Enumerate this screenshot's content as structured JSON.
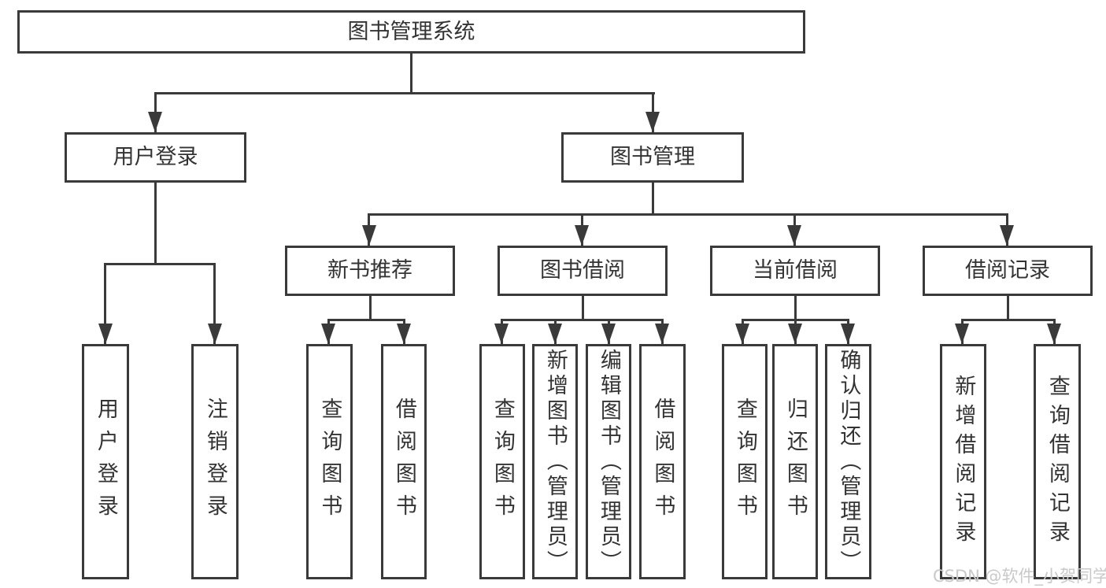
{
  "colors": {
    "line": "#3a3a3a",
    "text": "#333333",
    "watermark": "#c9c9c9",
    "bg": "#ffffff"
  },
  "tree": {
    "root": {
      "label": "图书管理系统",
      "children": [
        {
          "label": "用户登录",
          "children": [
            {
              "label": "用户登录"
            },
            {
              "label": "注销登录"
            }
          ]
        },
        {
          "label": "图书管理",
          "children": [
            {
              "label": "新书推荐",
              "children": [
                {
                  "label": "查询图书"
                },
                {
                  "label": "借阅图书"
                }
              ]
            },
            {
              "label": "图书借阅",
              "children": [
                {
                  "label": "查询图书"
                },
                {
                  "label": "新增图书（管理员）"
                },
                {
                  "label": "编辑图书（管理员）"
                },
                {
                  "label": "借阅图书"
                }
              ]
            },
            {
              "label": "当前借阅",
              "children": [
                {
                  "label": "查询图书"
                },
                {
                  "label": "归还图书"
                },
                {
                  "label": "确认归还（管理员）"
                }
              ]
            },
            {
              "label": "借阅记录",
              "children": [
                {
                  "label": "新增借阅记录"
                },
                {
                  "label": "查询借阅记录"
                }
              ]
            }
          ]
        }
      ]
    }
  },
  "watermark": "CSDN @软件_小贺同学"
}
